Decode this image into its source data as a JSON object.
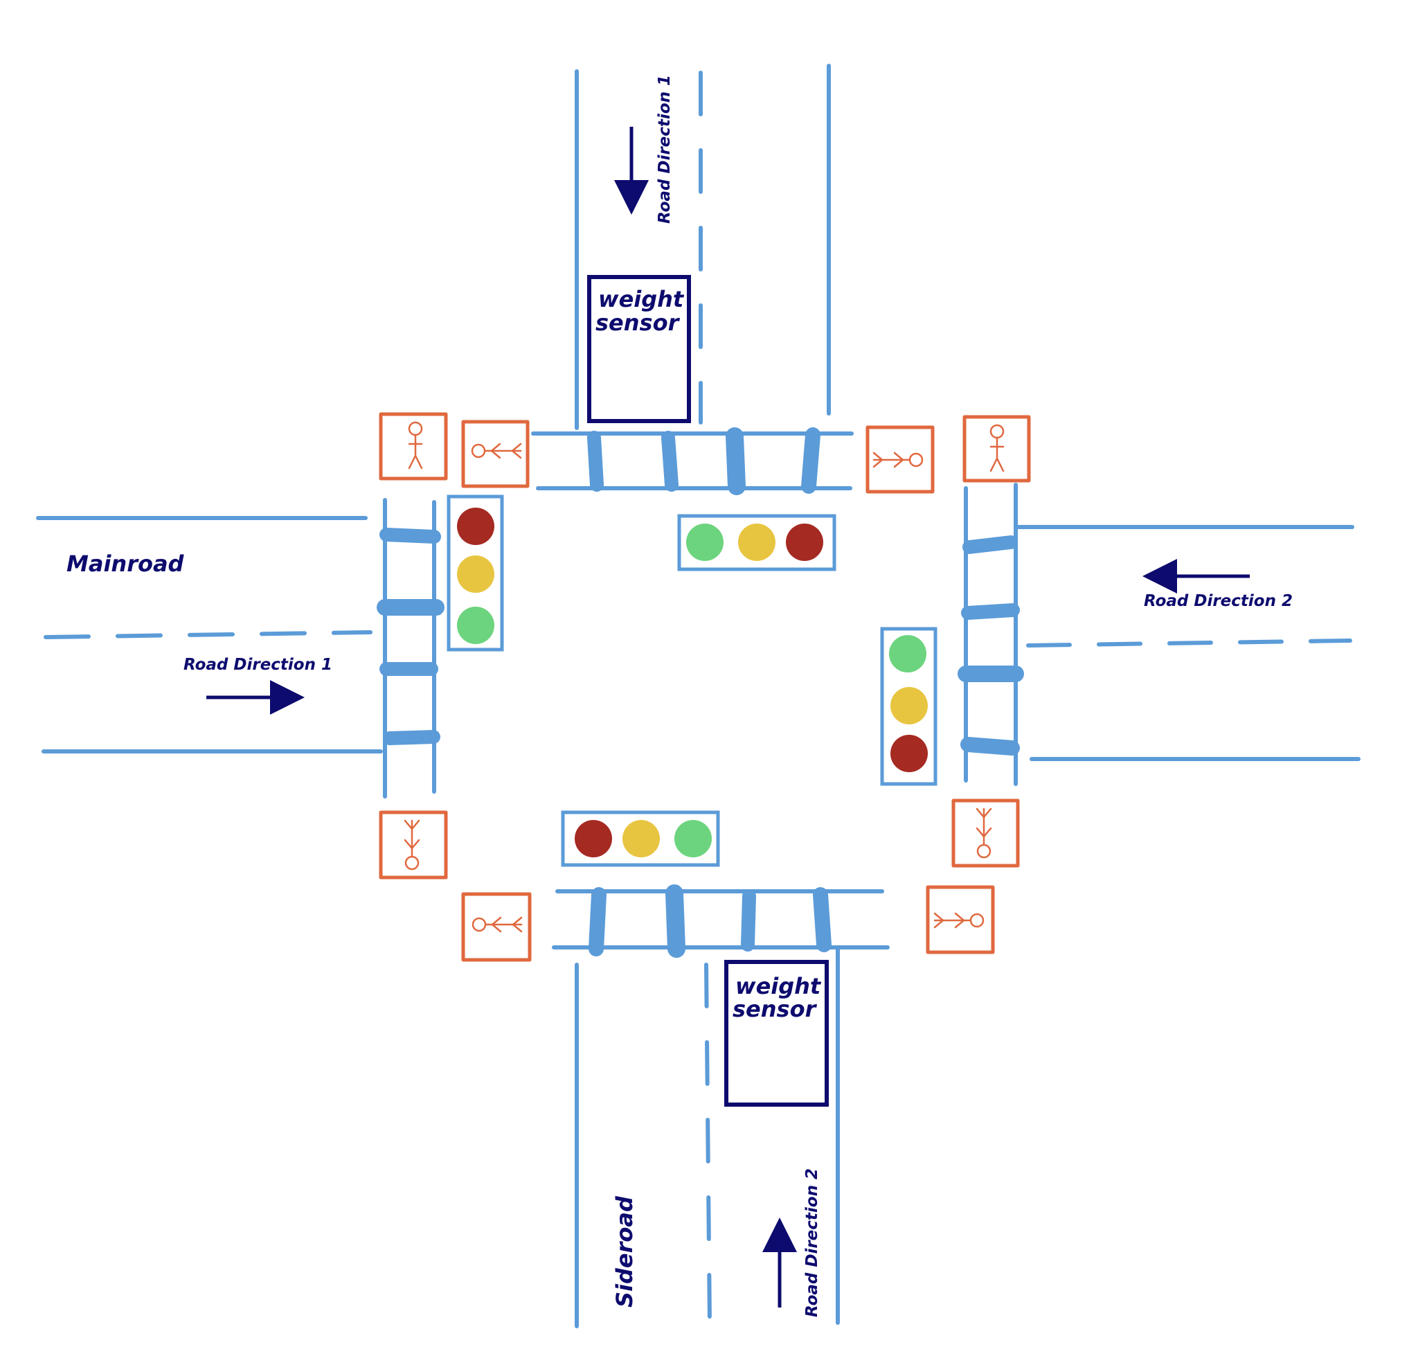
{
  "colors": {
    "road": "#5b9bd8",
    "ink": "#0d0b6e",
    "ped_box": "#e0683f",
    "light_red": "#a52a22",
    "light_yellow": "#e8c540",
    "light_green": "#6cd47e"
  },
  "labels": {
    "mainroad": "Mainroad",
    "sideroad": "Sideroad",
    "dir_top": "Road Direction 1",
    "dir_left": "Road Direction 1",
    "dir_right": "Road Direction 2",
    "dir_bottom": "Road Direction 2"
  },
  "sensors": {
    "top": {
      "line1": "weight",
      "line2": "sensor"
    },
    "bottom": {
      "line1": "weight",
      "line2": "sensor"
    }
  },
  "traffic_lights": {
    "west": [
      "red",
      "yellow",
      "green"
    ],
    "north": [
      "green",
      "yellow",
      "red"
    ],
    "east": [
      "green",
      "yellow",
      "red"
    ],
    "south": [
      "red",
      "yellow",
      "green"
    ]
  },
  "pedestrian_signals": {
    "crossing_icon": "pedestrian-walk-icon",
    "walk_left_icon": "pedestrian-left-icon",
    "walk_right_icon": "pedestrian-right-icon",
    "walk_down_icon": "pedestrian-down-icon"
  }
}
